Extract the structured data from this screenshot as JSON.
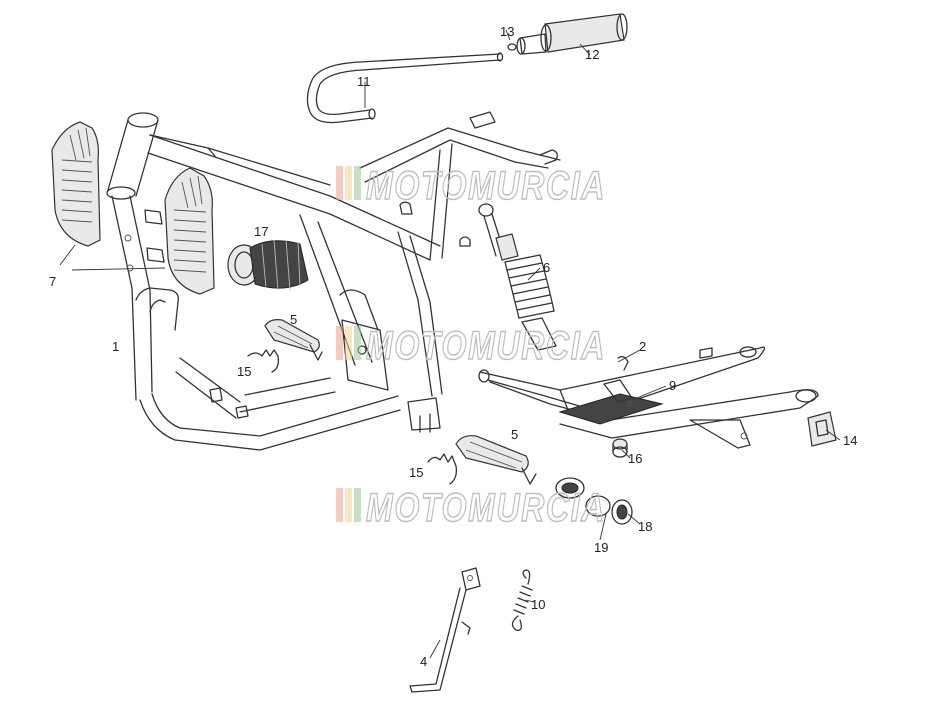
{
  "watermark": {
    "text": "MOTOMURCIA",
    "stripe_colors": [
      "#e8a48a",
      "#efd58c",
      "#9cc69a"
    ]
  },
  "callouts": [
    {
      "id": "c1",
      "label": "1"
    },
    {
      "id": "c2",
      "label": "2"
    },
    {
      "id": "c4",
      "label": "4"
    },
    {
      "id": "c5a",
      "label": "5"
    },
    {
      "id": "c5b",
      "label": "5"
    },
    {
      "id": "c6",
      "label": "6"
    },
    {
      "id": "c7",
      "label": "7"
    },
    {
      "id": "c9",
      "label": "9"
    },
    {
      "id": "c10",
      "label": "10"
    },
    {
      "id": "c11",
      "label": "11"
    },
    {
      "id": "c12",
      "label": "12"
    },
    {
      "id": "c13",
      "label": "13"
    },
    {
      "id": "c14",
      "label": "14"
    },
    {
      "id": "c15a",
      "label": "15"
    },
    {
      "id": "c15b",
      "label": "15"
    },
    {
      "id": "c16",
      "label": "16"
    },
    {
      "id": "c17",
      "label": "17"
    },
    {
      "id": "c18",
      "label": "18"
    },
    {
      "id": "c19",
      "label": "19"
    }
  ]
}
